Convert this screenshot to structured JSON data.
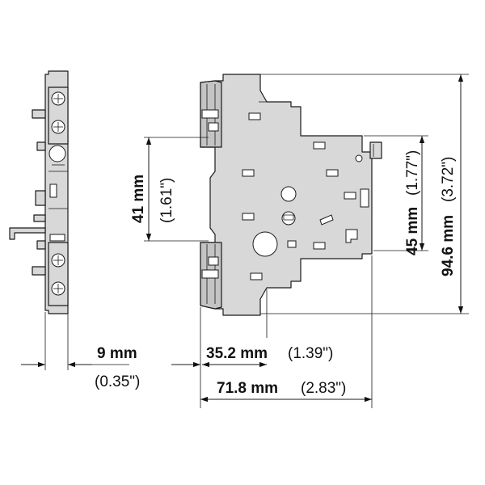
{
  "dimensions": {
    "width_9": {
      "metric": "9 mm",
      "imperial": "(0.35\")"
    },
    "width_35": {
      "metric": "35.2 mm",
      "imperial": "(1.39\")"
    },
    "width_71": {
      "metric": "71.8 mm",
      "imperial": "(2.83\")"
    },
    "height_41": {
      "metric": "41 mm",
      "imperial": "(1.61\")"
    },
    "height_45": {
      "metric": "45 mm",
      "imperial": "(1.77\")"
    },
    "height_94": {
      "metric": "94.6 mm",
      "imperial": "(3.72\")"
    }
  }
}
